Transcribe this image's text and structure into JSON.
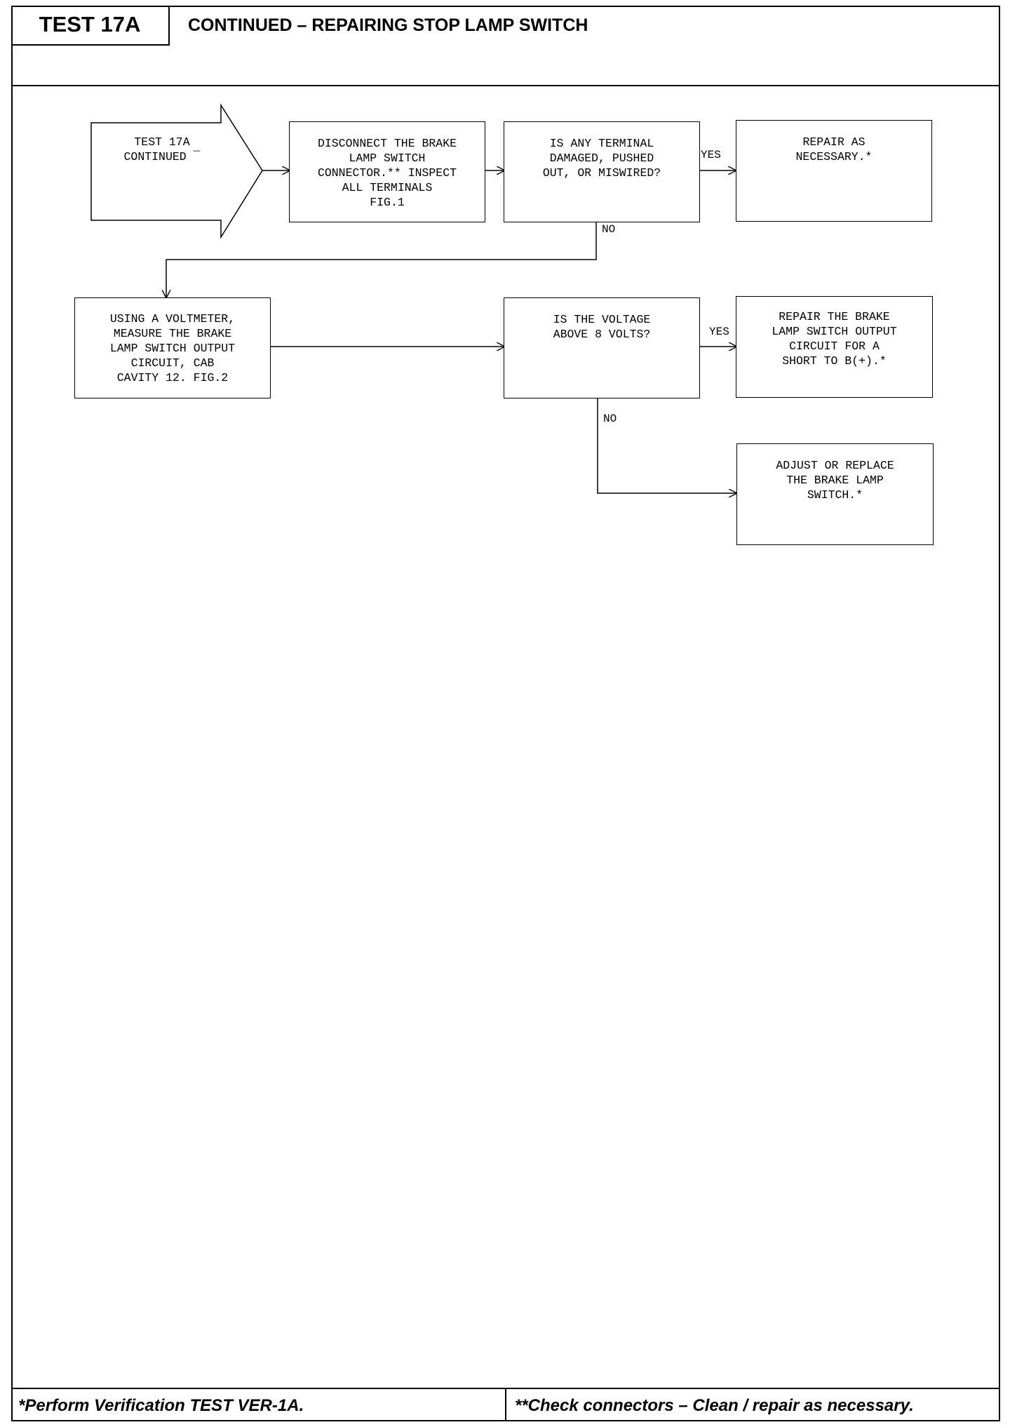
{
  "header": {
    "test_id": "TEST 17A",
    "title": "CONTINUED – REPAIRING STOP LAMP SWITCH"
  },
  "flowchart": {
    "start": "TEST 17A\nCONTINUED ¯",
    "disconnect": "DISCONNECT THE BRAKE\nLAMP SWITCH\nCONNECTOR.** INSPECT\nALL TERMINALS\nFIG.1",
    "q_terminal": "IS ANY TERMINAL\nDAMAGED, PUSHED\nOUT, OR MISWIRED?",
    "repair": "REPAIR AS\nNECESSARY.*",
    "measure": "USING A VOLTMETER,\nMEASURE THE BRAKE\nLAMP SWITCH OUTPUT\nCIRCUIT, CAB\nCAVITY 12. FIG.2",
    "q_voltage": "IS THE VOLTAGE\nABOVE 8 VOLTS?",
    "repair_short": "REPAIR THE BRAKE\nLAMP SWITCH OUTPUT\nCIRCUIT FOR A\nSHORT TO B(+).*",
    "adjust": "ADJUST OR REPLACE\nTHE BRAKE LAMP\nSWITCH.*",
    "labels": {
      "yes_1": "YES",
      "no_1": "NO",
      "yes_2": "YES",
      "no_2": "NO"
    }
  },
  "footer": {
    "left": "*Perform Verification TEST VER-1A.",
    "right": "**Check connectors – Clean / repair as necessary."
  }
}
